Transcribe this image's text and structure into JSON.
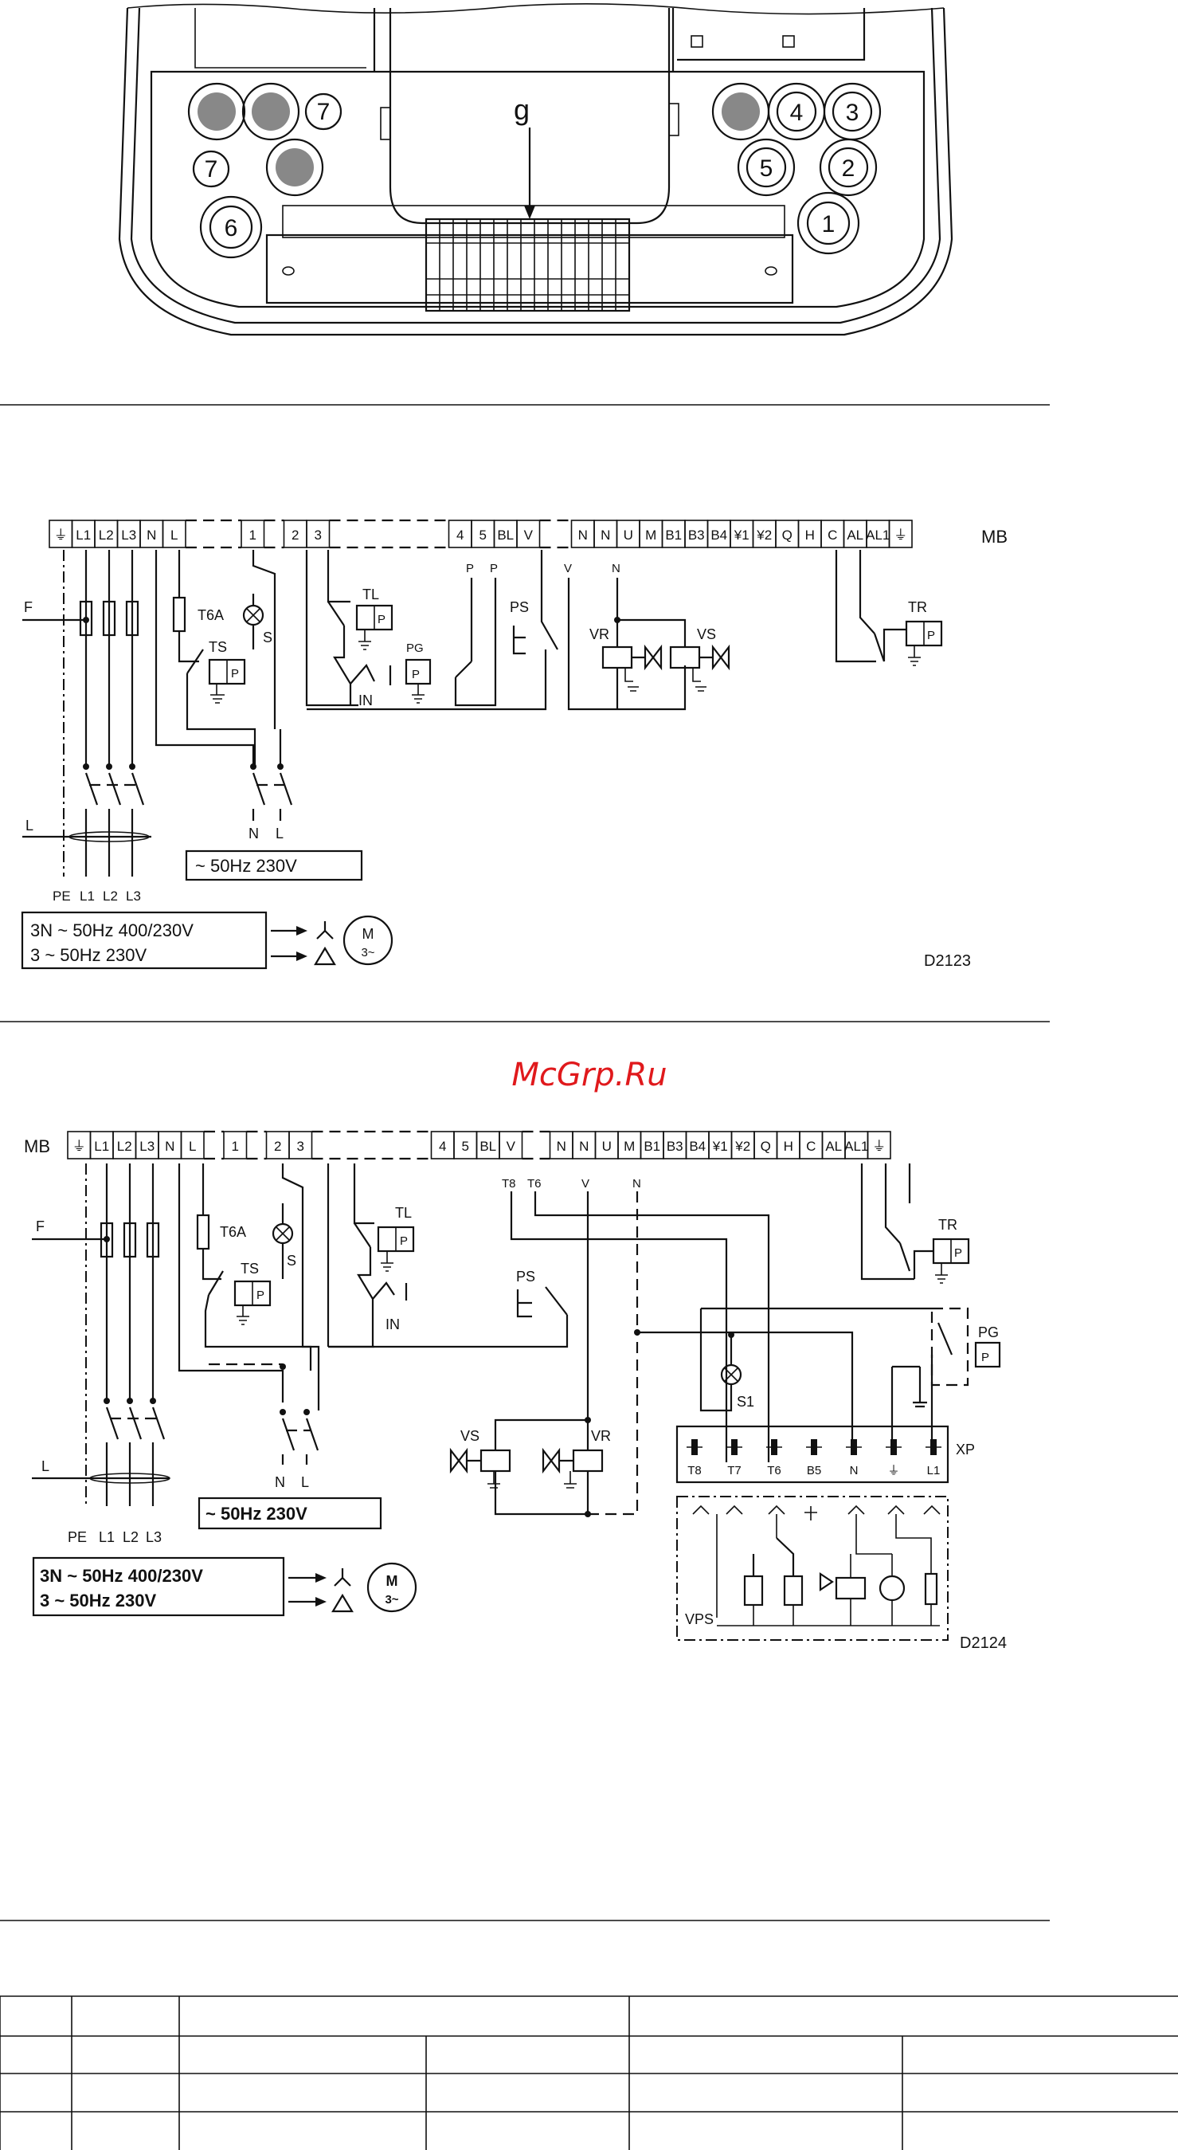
{
  "watermark": "McGrp.Ru",
  "top_figure": {
    "pointer_label": "g",
    "gland_numbers": [
      "7",
      "7",
      "6",
      "4",
      "3",
      "5",
      "2",
      "1"
    ]
  },
  "diagram_a": {
    "code": "D2123",
    "mb_label": "MB",
    "terminals": [
      "⏚",
      "L1",
      "L2",
      "L3",
      "N",
      "L",
      "1",
      "2",
      "3",
      "4",
      "5",
      "BL",
      "V",
      "N",
      "N",
      "U",
      "M",
      "B1",
      "B3",
      "B4",
      "¥1",
      "¥2",
      "Q",
      "H",
      "C",
      "AL",
      "AL1",
      "⏚"
    ],
    "labels": {
      "F": "F",
      "T6A": "T6A",
      "TS": "TS",
      "S": "S",
      "TL": "TL",
      "IN": "IN",
      "PG": "PG",
      "PS": "PS",
      "VR": "VR",
      "VS": "VS",
      "TR": "TR",
      "P_sub1": "P",
      "P_sub2": "P",
      "V_sub": "V",
      "N_sub": "N",
      "L_cable": "L",
      "N_out": "N",
      "L_out": "L",
      "PE": "PE",
      "L1": "L1",
      "L2": "L2",
      "L3": "L3",
      "P": "P"
    },
    "supply_single": "~ 50Hz  230V",
    "supply_three_1": "3N ~ 50Hz  400/230V",
    "supply_three_2": "3  ~ 50Hz  230V",
    "motor": "M",
    "motor_sub": "3~"
  },
  "diagram_b": {
    "code": "D2124",
    "mb_label": "MB",
    "terminals": [
      "⏚",
      "L1",
      "L2",
      "L3",
      "N",
      "L",
      "1",
      "2",
      "3",
      "4",
      "5",
      "BL",
      "V",
      "N",
      "N",
      "U",
      "M",
      "B1",
      "B3",
      "B4",
      "¥1",
      "¥2",
      "Q",
      "H",
      "C",
      "AL",
      "AL1",
      "⏚"
    ],
    "labels": {
      "F": "F",
      "T6A": "T6A",
      "TS": "TS",
      "S": "S",
      "TL": "TL",
      "IN": "IN",
      "PG": "PG",
      "PS": "PS",
      "VR": "VR",
      "VS": "VS",
      "TR": "TR",
      "S1": "S1",
      "XP": "XP",
      "VPS": "VPS",
      "T8_sub": "T8",
      "T6_sub": "T6",
      "V_sub": "V",
      "N_sub": "N",
      "L_cable": "L",
      "N_out": "N",
      "L_out": "L",
      "PE": "PE",
      "L1": "L1",
      "L2": "L2",
      "L3": "L3",
      "P": "P"
    },
    "xp_terminals": [
      "T8",
      "T7",
      "T6",
      "B5",
      "N",
      "⏚",
      "L1"
    ],
    "supply_single": "~ 50Hz  230V",
    "supply_three_1": "3N ~ 50Hz  400/230V",
    "supply_three_2": "3  ~ 50Hz  230V",
    "motor": "M",
    "motor_sub": "3~"
  }
}
